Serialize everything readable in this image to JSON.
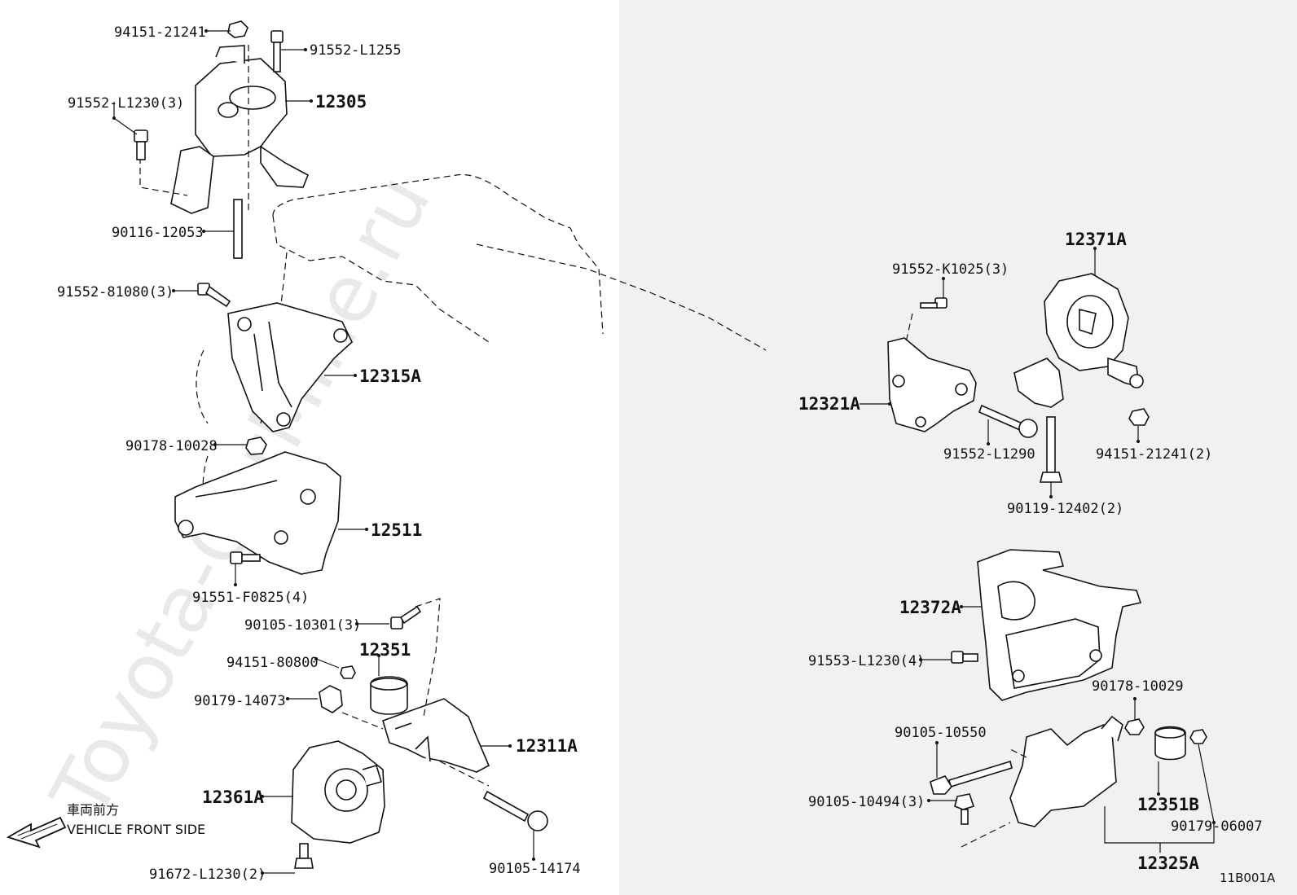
{
  "watermark": "Toyota-CarMine.ru",
  "diagram_code": "11B001A",
  "front_direction": {
    "label_jp": "車両前方",
    "label_en": "VEHICLE FRONT SIDE"
  },
  "left_parts": {
    "p94151_21241": "94151-21241",
    "p91552_L1255": "91552-L1255",
    "p91552_L1230_3": "91552-L1230(3)",
    "p12305": "12305",
    "p90116_12053": "90116-12053",
    "p91552_81080_3": "91552-81080(3)",
    "p12315A": "12315A",
    "p90178_10028": "90178-10028",
    "p12511": "12511",
    "p91551_F0825_4": "91551-F0825(4)",
    "p90105_10301_3": "90105-10301(3)",
    "p94151_80800": "94151-80800",
    "p12351": "12351",
    "p90179_14073": "90179-14073",
    "p12311A": "12311A",
    "p12361A": "12361A",
    "p91672_L1230_2": "91672-L1230(2)",
    "p90105_14174": "90105-14174"
  },
  "right_parts": {
    "p12371A": "12371A",
    "p91552_K1025_3": "91552-K1025(3)",
    "p12321A": "12321A",
    "p91552_L1290": "91552-L1290",
    "p94151_21241_2": "94151-21241(2)",
    "p90119_12402_2": "90119-12402(2)",
    "p12372A": "12372A",
    "p91553_L1230_4": "91553-L1230(4)",
    "p90178_10029": "90178-10029",
    "p90105_10550": "90105-10550",
    "p90105_10494_3": "90105-10494(3)",
    "p12351B": "12351B",
    "p90179_06007": "90179-06007",
    "p12325A": "12325A"
  },
  "colors": {
    "background": "#ffffff",
    "right_panel": "#f1f1f1",
    "line": "#111111"
  }
}
